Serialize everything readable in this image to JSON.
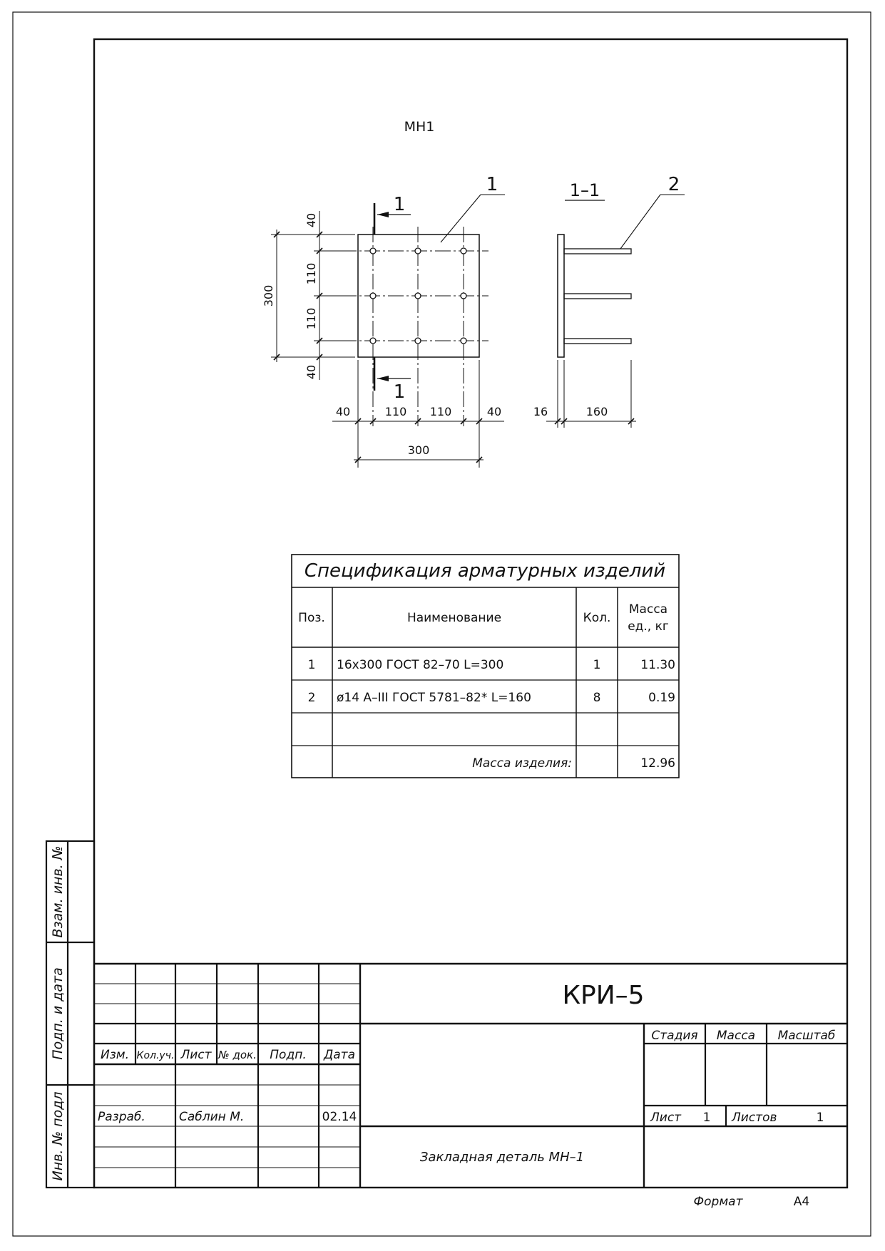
{
  "drawing": {
    "title": "МН1",
    "pos1": "1",
    "pos2": "2",
    "section_mark": "1",
    "section_title": "1–1",
    "dims": {
      "v_40_top": "40",
      "v_110_a": "110",
      "v_110_b": "110",
      "v_40_bot": "40",
      "v_300": "300",
      "h_40_l": "40",
      "h_110_a": "110",
      "h_110_b": "110",
      "h_40_r": "40",
      "h_300": "300",
      "s_16": "16",
      "s_160": "160"
    }
  },
  "spec": {
    "title": "Спецификация арматурных изделий",
    "headers": {
      "pos": "Поз.",
      "name": "Наименование",
      "qty": "Кол.",
      "mass_1": "Масса",
      "mass_2": "ед., кг"
    },
    "rows": [
      {
        "pos": "1",
        "name": "16x300 ГОСТ 82–70  L=300",
        "qty": "1",
        "mass": "11.30"
      },
      {
        "pos": "2",
        "name": "ø14 A–III ГОСТ 5781–82*  L=160",
        "qty": "8",
        "mass": "0.19"
      }
    ],
    "total_label": "Масса изделия:",
    "total_value": "12.96"
  },
  "stamp": {
    "side": {
      "vzam": "Взам. инв. №",
      "podp": "Подп. и дата",
      "inv": "Инв. № подл"
    },
    "cols": {
      "izm": "Изм.",
      "kol": "Кол.уч.",
      "list": "Лист",
      "ndok": "№ док.",
      "podp": "Подп.",
      "data": "Дата"
    },
    "razrab_label": "Разраб.",
    "razrab_name": "Саблин М.",
    "razrab_date": "02.14",
    "code": "КРИ–5",
    "stadia": "Стадия",
    "massa": "Масса",
    "masshtab": "Масштаб",
    "list_label": "Лист",
    "list_value": "1",
    "listov_label": "Листов",
    "listov_value": "1",
    "doc_title": "Закладная деталь МН–1",
    "format_label": "Формат",
    "format_value": "A4"
  }
}
